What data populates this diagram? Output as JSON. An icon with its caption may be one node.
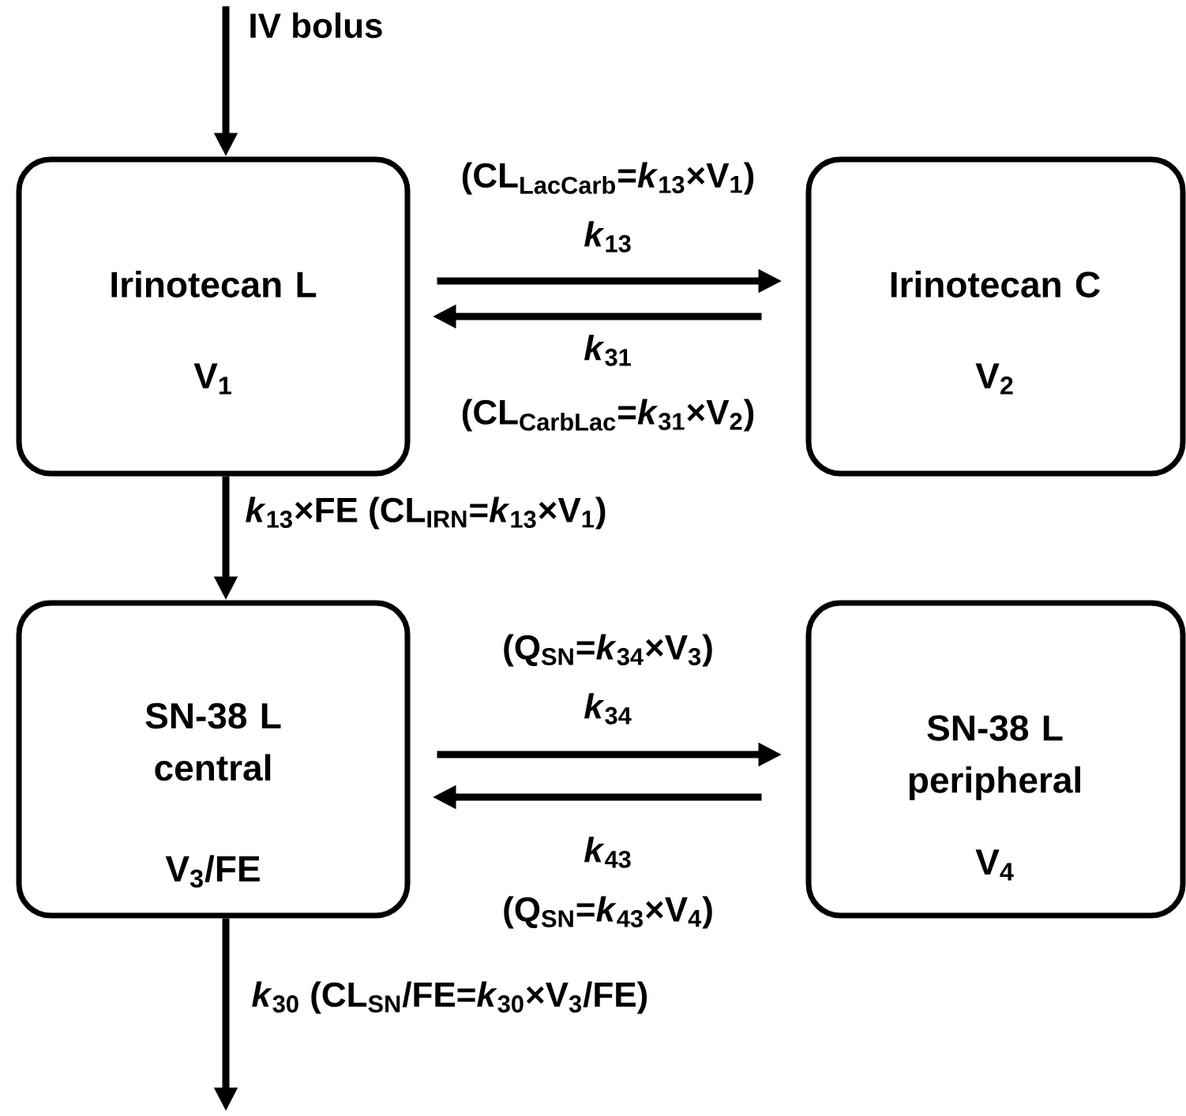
{
  "diagram": {
    "nodes": [
      {
        "text": [
          "Irinotecan L",
          "V$_{1}$"
        ]
      },
      {
        "text": [
          "Irinotecan C",
          "V$_{2}$"
        ]
      },
      {
        "text": [
          "SN-38 L central",
          "V$_{3}$/FE"
        ]
      },
      {
        "text": [
          "SN-38 L peripheral",
          "V$_{4}$"
        ]
      }
    ],
    "edges": [
      {
        "from": null,
        "to": 0,
        "arrow": "to",
        "label": "IV bolus"
      },
      {
        "from": 0,
        "to": 1,
        "arrow": "to",
        "label": "*k*$_{13}$"
      },
      {
        "from": 1,
        "to": 0,
        "arrow": "to",
        "label": "*k*$_{31}$"
      },
      {
        "from": 0,
        "to": 2,
        "arrow": "to",
        "label": "*k*$_{13}$×FE (CL$_{IRN}$=*k*$_{13}$×V$_{1}$)"
      },
      {
        "from": 2,
        "to": 3,
        "arrow": "to",
        "label": "*k*$_{34}$"
      },
      {
        "from": 3,
        "to": 2,
        "arrow": "to",
        "label": "*k*$_{43}$"
      },
      {
        "from": 2,
        "to": null,
        "arrow": "to",
        "label": "*k*$_{30}$ (CL$_{SN}$/FE=*k*$_{30}$×V$_{3}$/FE)"
      }
    ],
    "labels": [
      "(CL$_{LacCarb}$=*k*$_{13}$×V$_{1}$)",
      "(CL$_{CarbLac}$=*k*$_{31}$×V$_{2}$)",
      "(Q$_{SN}$=*k*$_{34}$×V$_{3}$)",
      "(Q$_{SN}$=*k*$_{43}$×V$_{4}$)"
    ]
  }
}
